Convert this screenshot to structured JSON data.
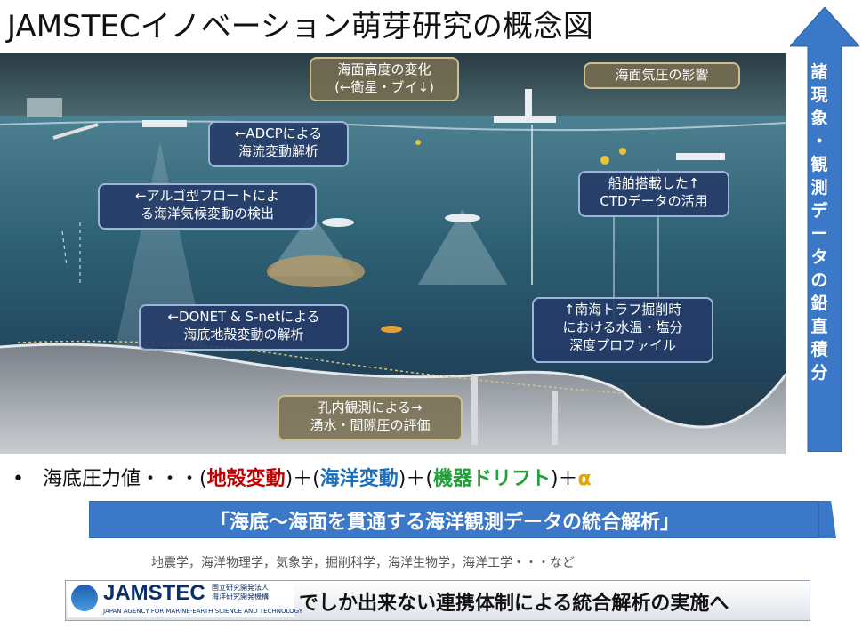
{
  "title": "JAMSTECイノベーション萌芽研究の概念図",
  "boxes": {
    "sea_level": "海面高度の変化\n(←衛星・ブイ↓)",
    "pressure": "海面気圧の影響",
    "adcp": "←ADCPによる\n海流変動解析",
    "argo": "←アルゴ型フロートによ\nる海洋気候変動の検出",
    "ctd": "船舶搭載した↑\nCTDデータの活用",
    "donet": "←DONET & S-netによる\n海底地殻変動の解析",
    "nankai": "↑南海トラフ掘削時\nにおける水温・塩分\n深度プロファイル",
    "borehole": "孔内観測による→\n湧水・間隙圧の評価"
  },
  "vertical_arrow_text": "諸現象・観測データの鉛直積分",
  "bullet": {
    "marker": "•",
    "prefix": "海底圧力値・・・(",
    "crust": "地殻変動",
    "mid1": ")＋(",
    "ocean": "海洋変動",
    "mid2": ")＋(",
    "drift": "機器ドリフト",
    "mid3": ")＋",
    "alpha": "α"
  },
  "banner_text": "「海底～海面を貫通する海洋観測データの統合解析」",
  "fields_text": "地震学，海洋物理学，気象学，掘削科学，海洋生物学，海洋工学・・・など",
  "logo": {
    "word": "JAMSTEC",
    "ja_line1": "国立研究開発法人",
    "ja_line2": "海洋研究開発機構",
    "en": "JAPAN AGENCY FOR MARINE-EARTH SCIENCE AND TECHNOLOGY"
  },
  "bottom_text": "でしか出来ない連携体制による統合解析の実施へ",
  "colors": {
    "arrow_blue": "#3b78c8",
    "crust_red": "#c00000",
    "ocean_blue": "#1a6fbf",
    "drift_green": "#22a03a",
    "alpha_gold": "#e3a600"
  }
}
